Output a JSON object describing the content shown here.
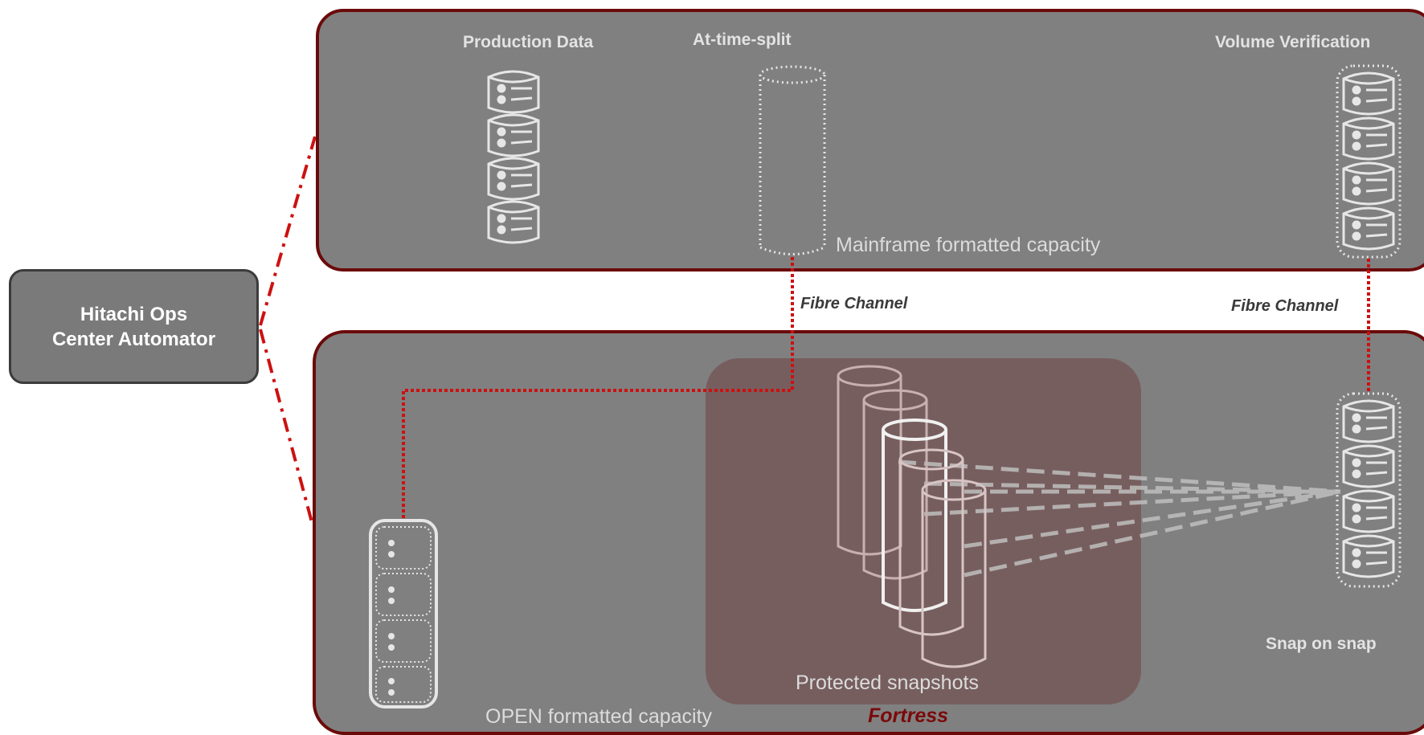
{
  "automator": {
    "line1": "Hitachi Ops",
    "line2": "Center Automator"
  },
  "mainframe": {
    "production_label": "Production Data",
    "split_label": "At-time-split",
    "verification_label": "Volume Verification",
    "capacity_label": "Mainframe formatted capacity"
  },
  "links": {
    "fc_left": "Fibre Channel",
    "fc_right": "Fibre Channel"
  },
  "open": {
    "capacity_label": "OPEN formatted capacity",
    "fortress_label": "Fortress",
    "snapshots_label": "Protected snapshots",
    "snap_on_snap_label": "Snap on snap"
  },
  "colors": {
    "panel": "#808080",
    "panel_border": "#6b0a0a",
    "fortress": "#775e5e",
    "link": "#cc1111",
    "fortress_text": "#7a0a0a"
  }
}
